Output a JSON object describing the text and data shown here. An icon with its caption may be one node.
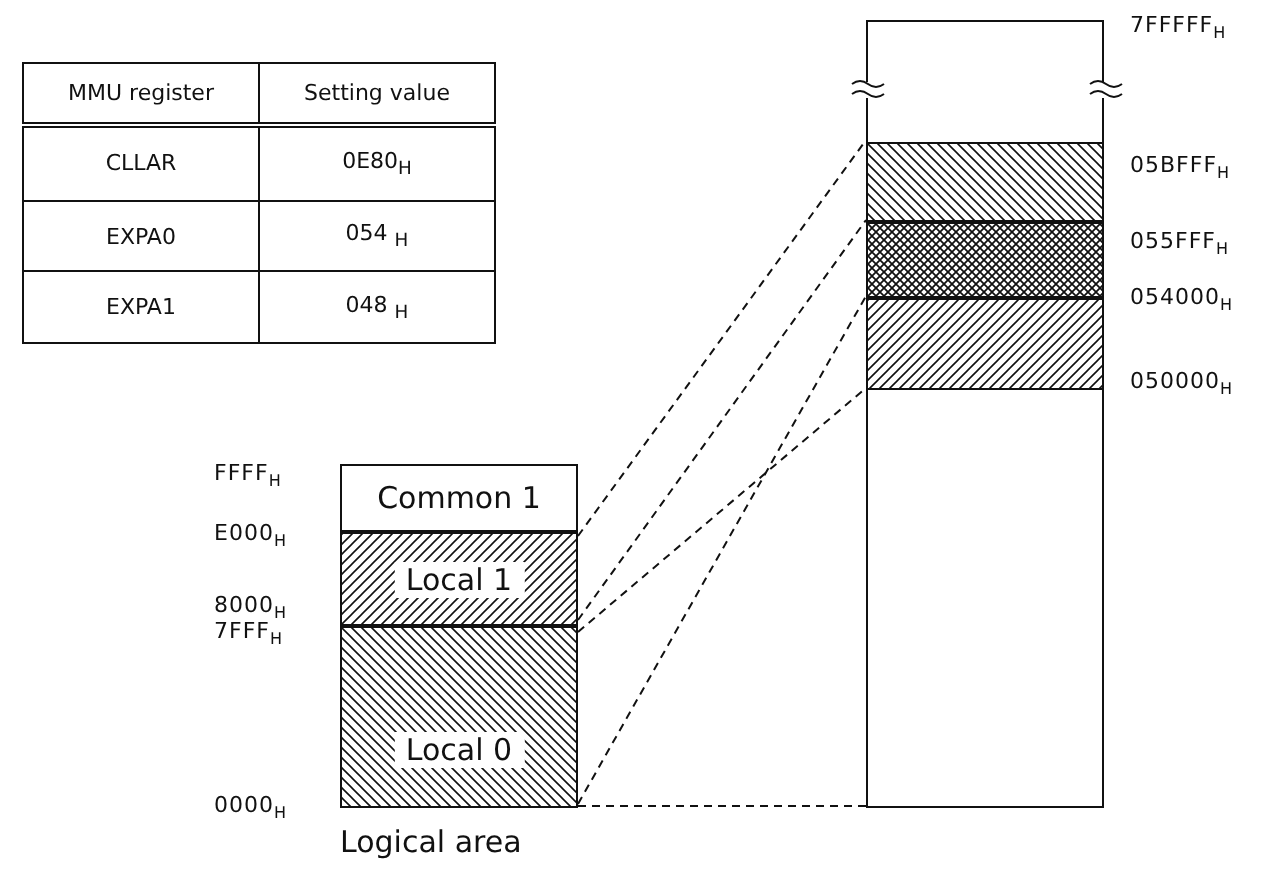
{
  "diagram": {
    "nodes": [
      {
        "text": [
          "Common 1"
        ]
      },
      {
        "text": [
          "Local 1"
        ]
      },
      {
        "text": [
          "Local 0"
        ]
      },
      {
        "text": [],
        "shape": "box"
      },
      {
        "text": [],
        "shape": "box",
        "in": 3
      },
      {
        "text": [],
        "shape": "box",
        "in": 3
      },
      {
        "text": [],
        "shape": "box",
        "in": 3
      }
    ],
    "edges": [
      {
        "from": 1,
        "to": 4,
        "arrow": "none",
        "style": "dashed"
      },
      {
        "from": 1,
        "to": 4,
        "arrow": "none",
        "style": "dashed"
      },
      {
        "from": 2,
        "to": 6,
        "arrow": "none",
        "style": "dashed"
      },
      {
        "from": 2,
        "to": 6,
        "arrow": "none",
        "style": "dashed"
      },
      {
        "from": 2,
        "to": 3,
        "arrow": "none",
        "style": "dashed"
      }
    ],
    "labels": [
      "MMU register",
      "Setting value",
      "CLLAR",
      "0E80$_{H}$",
      "EXPA0",
      "054 $_{H}$",
      "EXPA1",
      "048 $_{H}$",
      "FFFF$_{H}$",
      "E000$_{H}$",
      "8000$_{H}$",
      "7FFF$_{H}$",
      "0000$_{H}$",
      "Logical area",
      "7FFFFF$_{H}$",
      "05BFFF$_{H}$",
      "055FFF$_{H}$",
      "054000$_{H}$",
      "050000$_{H}$"
    ]
  }
}
